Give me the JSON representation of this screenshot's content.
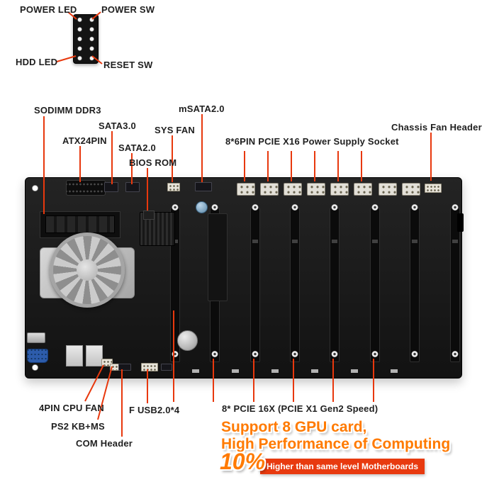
{
  "colors": {
    "leader_line": "#e8380d",
    "label_text": "#1f1f1f",
    "promo_orange": "#ff7a00",
    "ribbon_red": "#e83a0f",
    "board_black": "#161616"
  },
  "front_panel": {
    "power_led": "POWER LED",
    "power_sw": "POWER SW",
    "hdd_led": "HDD LED",
    "reset_sw": "RESET SW"
  },
  "callouts": {
    "sodimm": "SODIMM DDR3",
    "sata3": "SATA3.0",
    "atx24pin": "ATX24PIN",
    "sata2": "SATA2.0",
    "bios_rom": "BIOS ROM",
    "msata": "mSATA2.0",
    "sys_fan": "SYS FAN",
    "pcie_power": "8*6PIN PCIE X16 Power Supply Socket",
    "chassis_fan": "Chassis Fan Header",
    "cpu_fan": "4PIN CPU FAN",
    "ps2": "PS2 KB+MS",
    "com": "COM Header",
    "f_usb": "F USB2.0*4",
    "pcie_slots": "8* PCIE 16X (PCIE X1 Gen2 Speed)"
  },
  "promo": {
    "line1": "Support 8 GPU card,",
    "line2": "High Performance of Computing",
    "percent": "10%",
    "ribbon": "Higher than same level Motherboards"
  }
}
